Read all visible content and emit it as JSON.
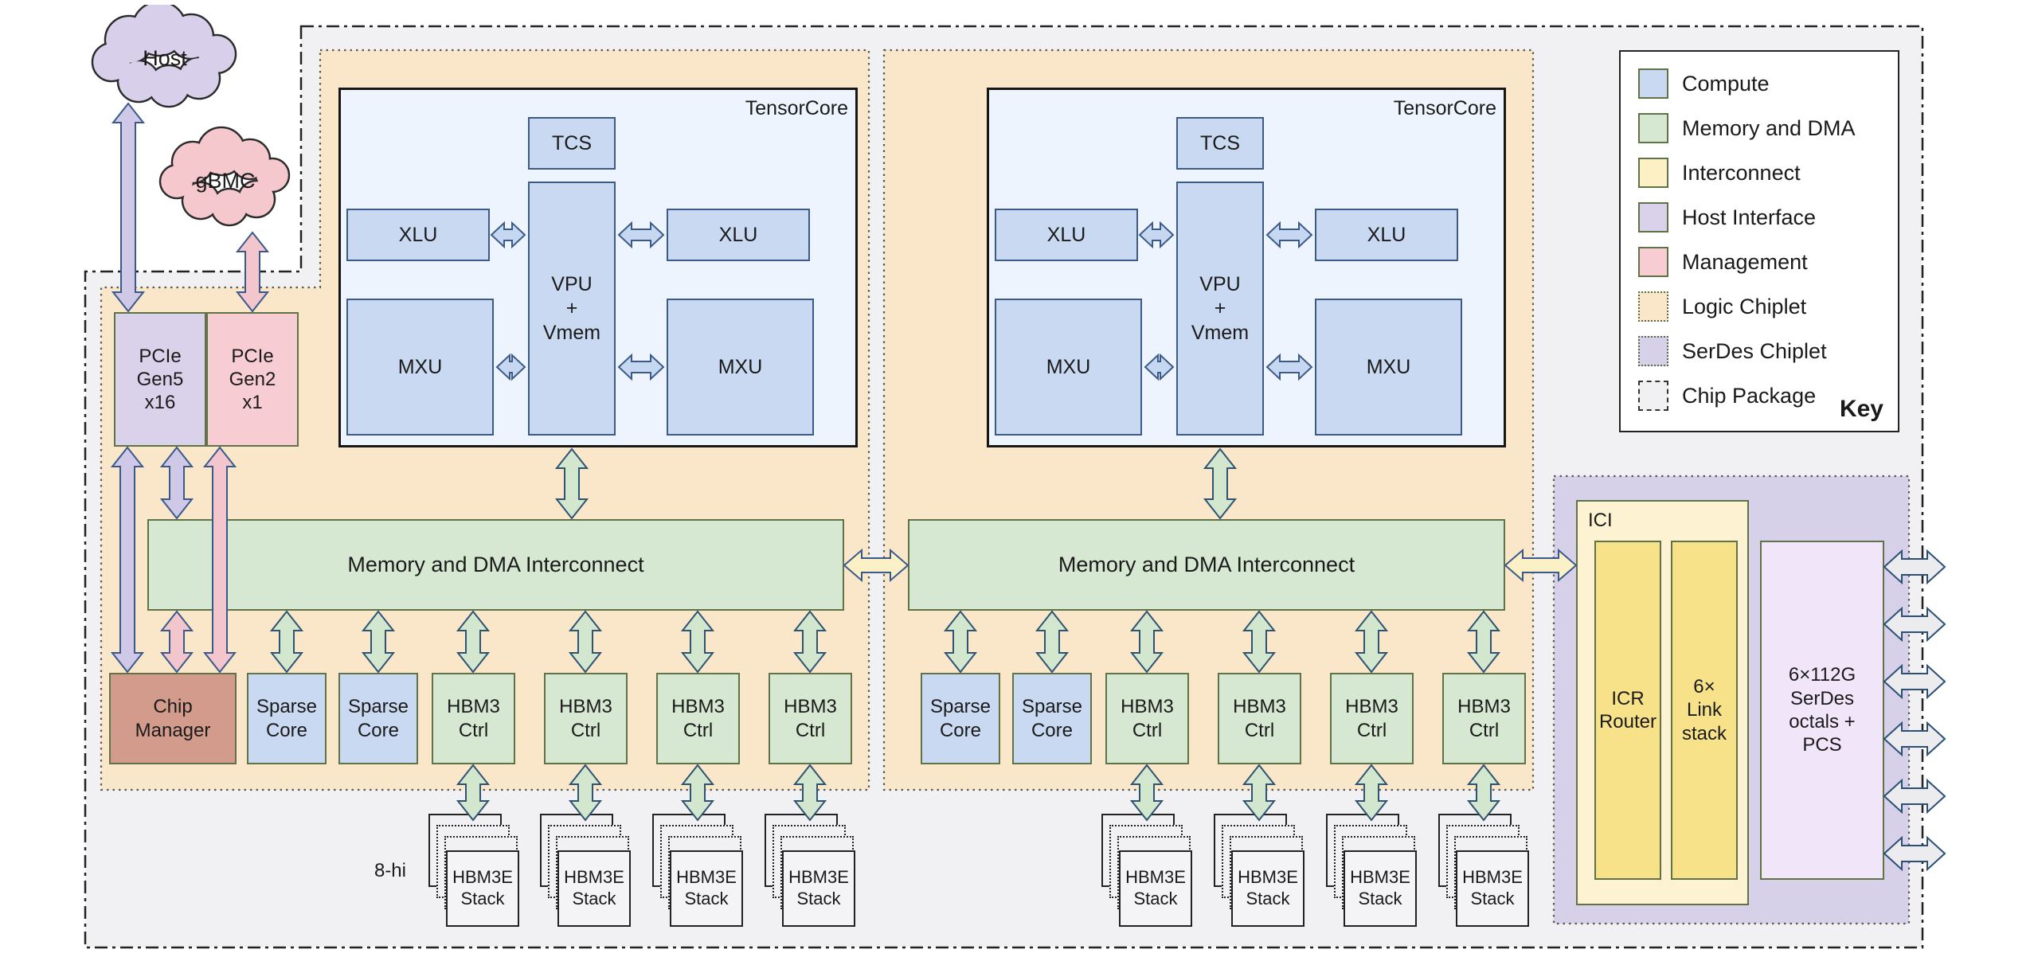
{
  "clouds": {
    "host": "Host",
    "gbmc": "gBMC"
  },
  "pcie": {
    "gen5": "PCIe\nGen5\nx16",
    "gen2": "PCIe\nGen2\nx1"
  },
  "tensorcore": {
    "title": "TensorCore",
    "tcs": "TCS",
    "xlu": "XLU",
    "vpu": "VPU\n+\nVmem",
    "mxu": "MXU"
  },
  "interconnect_label": "Memory and DMA Interconnect",
  "bottom": {
    "chip_manager": "Chip\nManager",
    "sparse_core": "Sparse\nCore",
    "hbm3_ctrl": "HBM3\nCtrl"
  },
  "hbm": {
    "stack_label": "HBM3E\nStack",
    "height_label": "8-hi"
  },
  "ici": {
    "title": "ICI",
    "icr_router": "ICR\nRouter",
    "link_stack": "6×\nLink\nstack"
  },
  "serdes": {
    "label": "6×112G\nSerDes\noctals +\nPCS"
  },
  "legend": {
    "title": "Key",
    "items": [
      {
        "label": "Compute",
        "type": "compute"
      },
      {
        "label": "Memory and DMA",
        "type": "memory"
      },
      {
        "label": "Interconnect",
        "type": "interconnect"
      },
      {
        "label": "Host Interface",
        "type": "host"
      },
      {
        "label": "Management",
        "type": "management"
      },
      {
        "label": "Logic Chiplet",
        "type": "logic-chiplet"
      },
      {
        "label": "SerDes Chiplet",
        "type": "serdes-chiplet"
      },
      {
        "label": "Chip Package",
        "type": "chip-package"
      }
    ]
  },
  "colors": {
    "compute": "#c9d9f1",
    "memory_dma": "#d6e8d2",
    "interconnect": "#fdf0c4",
    "host_interface": "#d9d2ea",
    "management": "#f7cdd3",
    "chip_manager": "#d39b8b",
    "logic_chiplet": "#fae7ca",
    "serdes_chiplet": "#d6d0e8",
    "serdes_block": "#f1e5fa",
    "chip_package": "#f1f1f3",
    "tensorcore_bg": "#edf4fd",
    "ici_inner": "#f7e28a"
  }
}
